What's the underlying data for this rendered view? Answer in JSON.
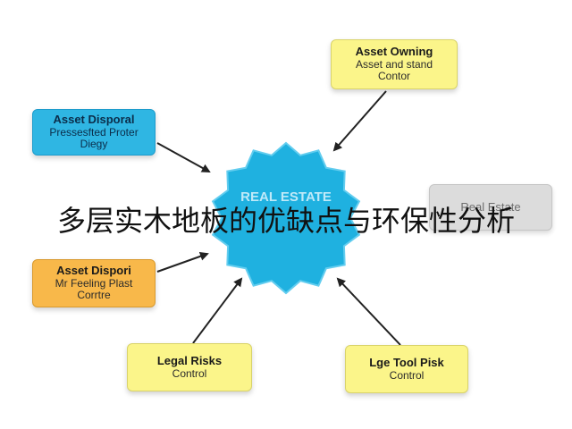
{
  "colors": {
    "yellow": "#fbf58a",
    "blue": "#2fb6e3",
    "orange": "#f8b84a",
    "grey": "#d7d7d7",
    "gear": "#1fb1e0",
    "arrow": "#222222"
  },
  "center": {
    "label": "REAL ESTATE"
  },
  "nodes": {
    "top_right": {
      "line1": "Asset Owning",
      "line2": "Asset and stand Contor"
    },
    "top_left": {
      "line1": "Asset Disporal",
      "line2": "Pressesfted Proter Diegy"
    },
    "mid_right": {
      "line1": "Real Estate",
      "line2": ""
    },
    "mid_left": {
      "line1": "Asset Dispori",
      "line2": "Mr Feeling Plast Corrtre"
    },
    "bottom_left": {
      "line1": "Legal Risks",
      "line2": "Control"
    },
    "bottom_right": {
      "line1": "Lge Tool Pisk",
      "line2": "Control"
    }
  },
  "overlay_title": "多层实木地板的优缺点与环保性分析"
}
